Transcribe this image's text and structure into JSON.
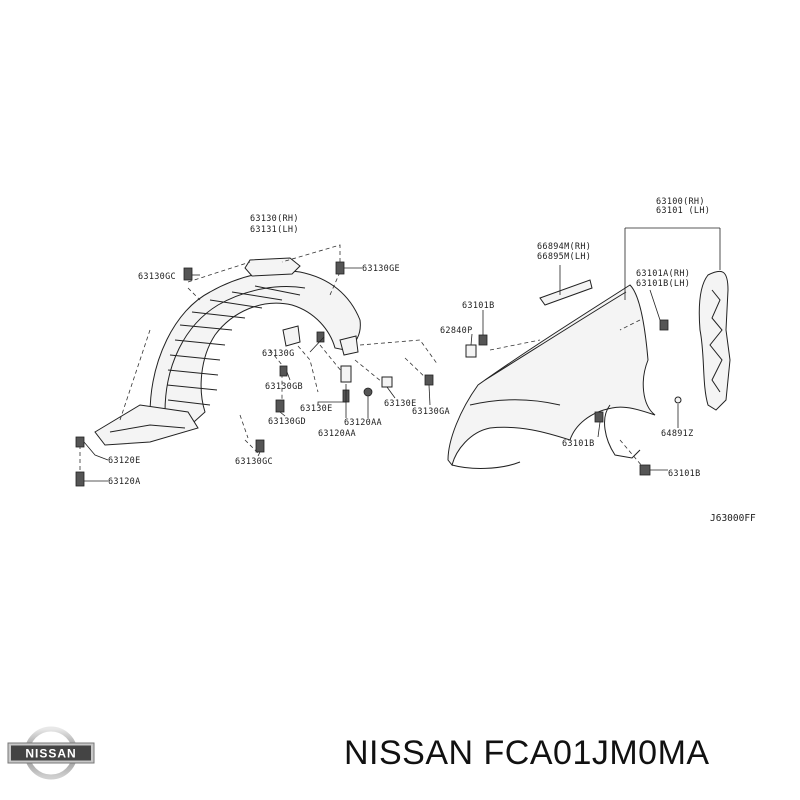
{
  "diagram": {
    "labels": {
      "l63130": "63130(RH)",
      "l63131": "63131(LH)",
      "l63130GC_top": "63130GC",
      "l63130GE": "63130GE",
      "l63130G": "63130G",
      "l63130GB": "63130GB",
      "l63130E_a": "63130E",
      "l63130E_b": "63130E",
      "l63130GD": "63130GD",
      "l63120AA_a": "63120AA",
      "l63120AA_b": "63120AA",
      "l63130GA": "63130GA",
      "l63130GC_bottom": "63130GC",
      "l63120E": "63120E",
      "l63120A": "63120A",
      "l66894M": "66894M(RH)",
      "l66895M": "66895M(LH)",
      "l63101B_top": "63101B",
      "l62840P": "62840P",
      "l63100": "63100(RH)",
      "l63101": "63101 (LH)",
      "l63101A": "63101A(RH)",
      "l63101B_lh": "63101B(LH)",
      "l64891Z": "64891Z",
      "l63101B_mid": "63101B",
      "l63101B_bottom": "63101B",
      "ref": "J63000FF"
    }
  },
  "brand": {
    "logo_text": "NISSAN",
    "part_number": "NISSAN FCA01JM0MA"
  }
}
